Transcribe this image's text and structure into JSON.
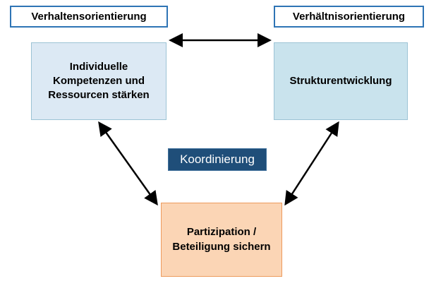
{
  "diagram": {
    "top_left_label": "Verhaltensorientierung",
    "top_right_label": "Verhältnisorientierung",
    "left_box_text": "Individuelle Kompetenzen und Ressourcen stärken",
    "right_box_text": "Strukturentwicklung",
    "center_box_text": "Koordinierung",
    "bottom_box_text": "Partizipation / Beteiligung sichern",
    "colors": {
      "label_box_border": "#2e74b5",
      "left_box_bg": "#dce9f4",
      "right_box_bg": "#c9e3ed",
      "content_box_border": "#9cc3d5",
      "center_box_bg": "#1f4e79",
      "center_box_text": "#ffffff",
      "bottom_box_bg": "#fbd5b5",
      "bottom_box_border": "#ed9b5d",
      "arrow": "#000000"
    }
  }
}
